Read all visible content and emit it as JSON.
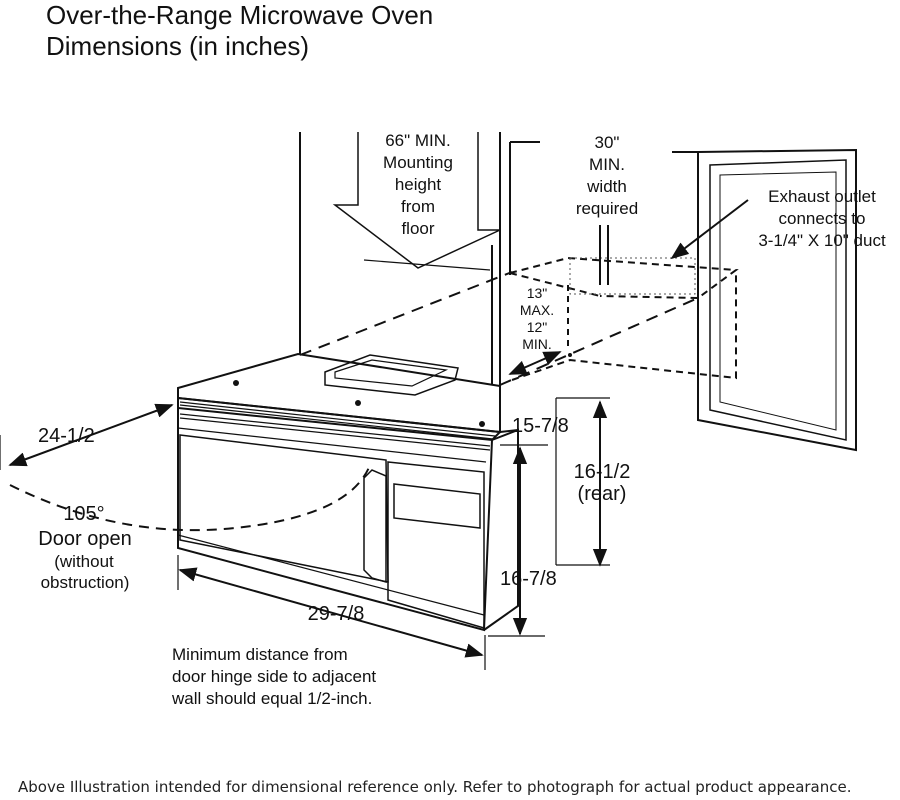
{
  "title_line1": "Over-the-Range Microwave Oven",
  "title_line2": "Dimensions (in inches)",
  "labels": {
    "mounting": [
      "66\" MIN.",
      "Mounting",
      "height",
      "from",
      "floor"
    ],
    "width_req": [
      "30\"",
      "MIN.",
      "width",
      "required"
    ],
    "exhaust": [
      "Exhaust outlet",
      "connects to",
      "3-1/4\" X 10\" duct"
    ],
    "clearance": [
      "13\"",
      "MAX.",
      "12\"",
      "MIN."
    ],
    "depth_top": "15-7/8",
    "rear_height": [
      "16-1/2",
      "(rear)"
    ],
    "front_height": "16-7/8",
    "door_depth": "24-1/2",
    "door_angle": "105°",
    "door_open": "Door open",
    "door_note": [
      "(without",
      "obstruction)"
    ],
    "width": "29-7/8",
    "hinge_note": [
      "Minimum distance from",
      "door hinge side to adjacent",
      "wall should equal 1/2-inch."
    ]
  },
  "footer": "Above Illustration intended for dimensional reference only. Refer to photograph for actual product appearance."
}
